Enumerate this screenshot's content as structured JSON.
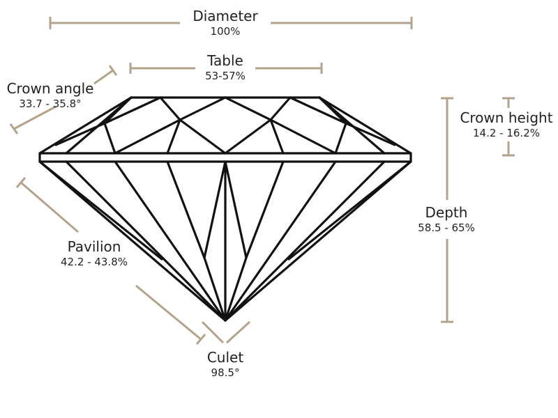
{
  "diagram": {
    "dimension_color": "#b3a38b",
    "outline_color": "#111111",
    "labels": {
      "diameter": {
        "title": "Diameter",
        "value": "100%"
      },
      "table": {
        "title": "Table",
        "value": "53-57%"
      },
      "crown_angle": {
        "title": "Crown angle",
        "value": "33.7 - 35.8°"
      },
      "crown_height": {
        "title": "Crown height",
        "value": "14.2 - 16.2%"
      },
      "depth": {
        "title": "Depth",
        "value": "58.5 - 65%"
      },
      "pavilion": {
        "title": "Pavilion",
        "value": "42.2 - 43.8%"
      },
      "culet": {
        "title": "Culet",
        "value": "98.5°"
      }
    }
  }
}
